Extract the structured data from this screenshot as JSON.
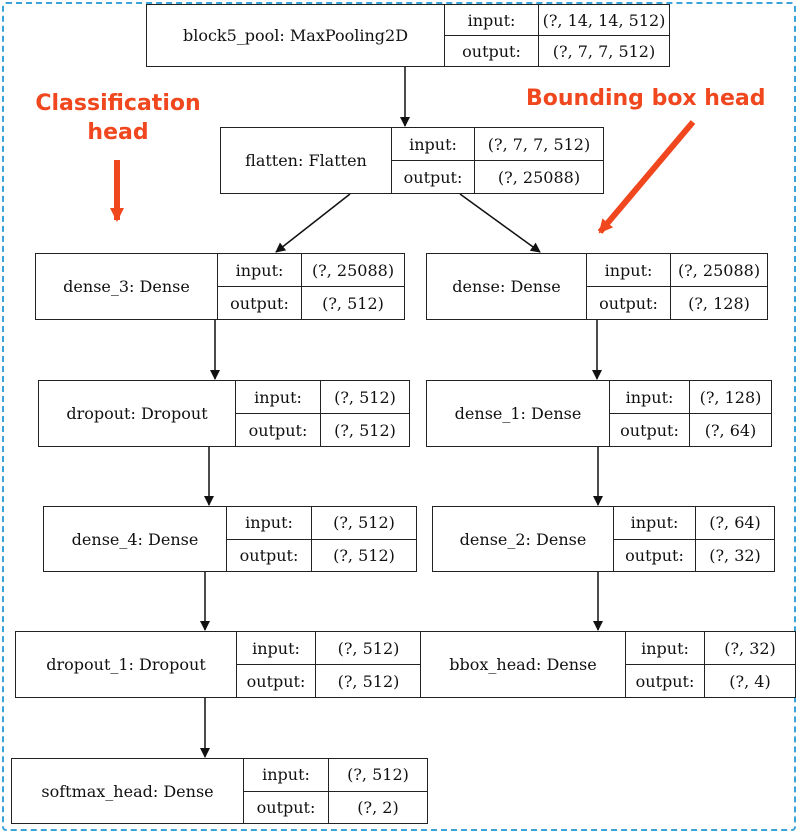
{
  "annotations": {
    "classification": [
      "Classification",
      "head"
    ],
    "bbox": "Bounding box head",
    "accent_color": "#f0471f"
  },
  "labels": {
    "input": "input:",
    "output": "output:"
  },
  "layers": [
    {
      "id": "block5_pool",
      "name": "block5_pool: MaxPooling2D",
      "input": "(?, 14, 14, 512)",
      "output": "(?, 7, 7, 512)"
    },
    {
      "id": "flatten",
      "name": "flatten: Flatten",
      "input": "(?, 7, 7, 512)",
      "output": "(?, 25088)"
    },
    {
      "id": "dense_3",
      "name": "dense_3: Dense",
      "input": "(?, 25088)",
      "output": "(?, 512)"
    },
    {
      "id": "dropout",
      "name": "dropout: Dropout",
      "input": "(?, 512)",
      "output": "(?, 512)"
    },
    {
      "id": "dense_4",
      "name": "dense_4: Dense",
      "input": "(?, 512)",
      "output": "(?, 512)"
    },
    {
      "id": "dropout_1",
      "name": "dropout_1: Dropout",
      "input": "(?, 512)",
      "output": "(?, 512)"
    },
    {
      "id": "softmax_head",
      "name": "softmax_head: Dense",
      "input": "(?, 512)",
      "output": "(?, 2)"
    },
    {
      "id": "dense",
      "name": "dense: Dense",
      "input": "(?, 25088)",
      "output": "(?, 128)"
    },
    {
      "id": "dense_1",
      "name": "dense_1: Dense",
      "input": "(?, 128)",
      "output": "(?, 64)"
    },
    {
      "id": "dense_2",
      "name": "dense_2: Dense",
      "input": "(?, 64)",
      "output": "(?, 32)"
    },
    {
      "id": "bbox_head",
      "name": "bbox_head: Dense",
      "input": "(?, 32)",
      "output": "(?, 4)"
    }
  ],
  "edges": [
    [
      "block5_pool",
      "flatten"
    ],
    [
      "flatten",
      "dense_3"
    ],
    [
      "flatten",
      "dense"
    ],
    [
      "dense_3",
      "dropout"
    ],
    [
      "dropout",
      "dense_4"
    ],
    [
      "dense_4",
      "dropout_1"
    ],
    [
      "dropout_1",
      "softmax_head"
    ],
    [
      "dense",
      "dense_1"
    ],
    [
      "dense_1",
      "dense_2"
    ],
    [
      "dense_2",
      "bbox_head"
    ]
  ]
}
